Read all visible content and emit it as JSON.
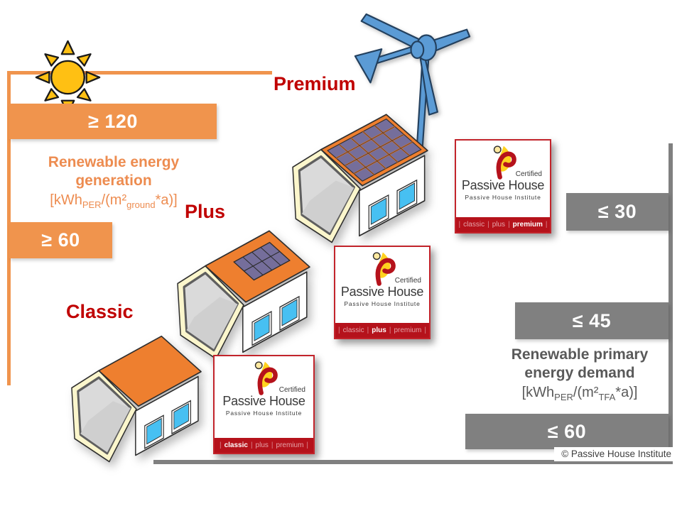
{
  "palette": {
    "orange": "#F0944D",
    "orange_text": "#ED8C50",
    "bar_gray": "#808080",
    "gray_text": "#595959",
    "label_red": "#C00000",
    "seal_red": "#B5121B",
    "roof_orange": "#EE7F2F",
    "panel_purple": "#756E9B",
    "window_blue": "#47C0F2",
    "turbine_blue": "#5B9BD5",
    "sun_yellow": "#FFC013"
  },
  "generation_scale": {
    "bar_high_label": "≥ 120",
    "bar_low_label": "≥ 60",
    "title_line1": "Renewable energy",
    "title_line2": "generation",
    "formula": {
      "p1": "[kWh",
      "sub1": "PER",
      "p2": "/(m²",
      "sub2": "ground",
      "p3": "*a)]"
    }
  },
  "demand_scale": {
    "bar_top_label": "≤ 30",
    "bar_mid_label": "≤ 45",
    "bar_bottom_label": "≤ 60",
    "title_line1": "Renewable primary",
    "title_line2": "energy demand",
    "formula": {
      "p1": "[kWh",
      "sub1": "PER",
      "p2": "/(m²",
      "sub2": "TFA",
      "p3": "*a)]"
    }
  },
  "classes": {
    "classic": "Classic",
    "plus": "Plus",
    "premium": "Premium"
  },
  "seal": {
    "certified": "Certified",
    "title": "Passive House",
    "institute": "Passive House Institute",
    "tiers": [
      "classic",
      "plus",
      "premium"
    ],
    "separator": "|"
  },
  "footer": {
    "copyright": "© Passive House Institute"
  }
}
